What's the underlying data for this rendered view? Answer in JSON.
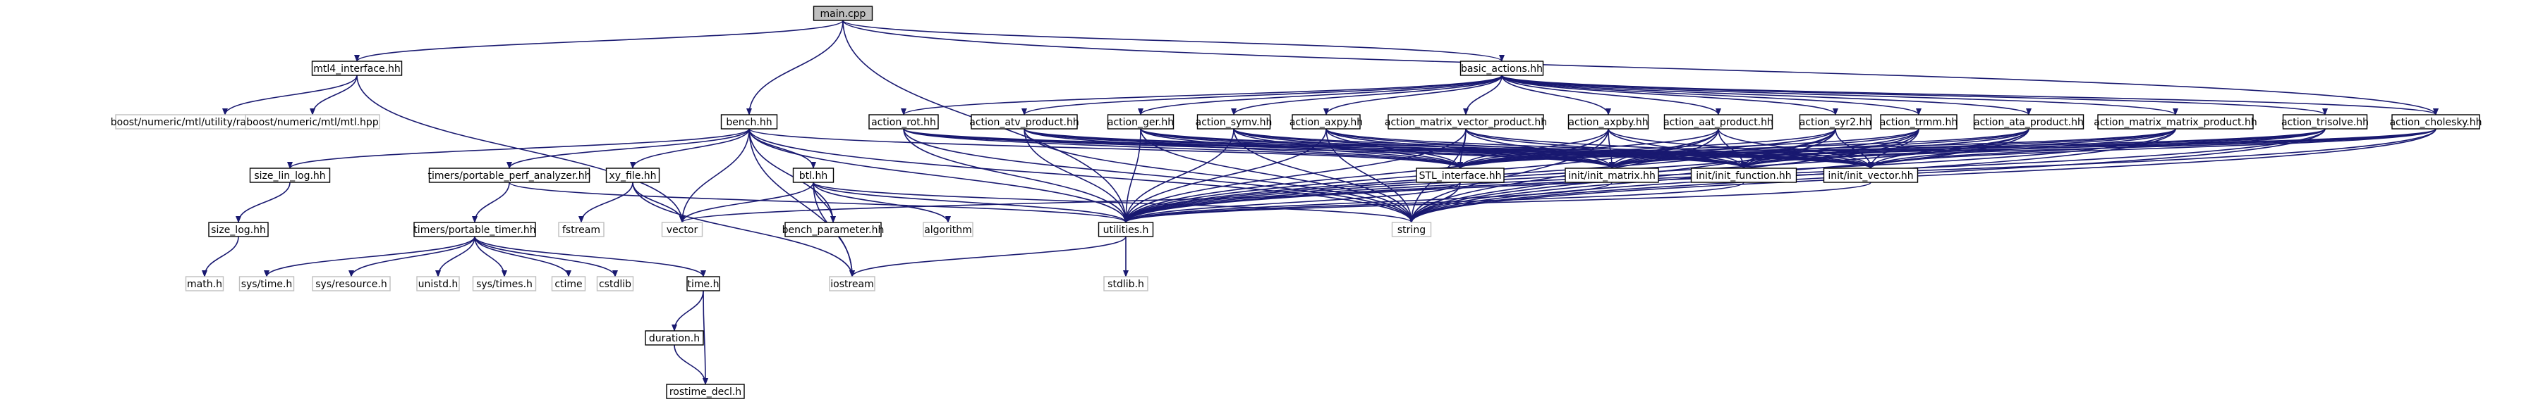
{
  "graph": {
    "root": "main.cpp",
    "nodes": [
      {
        "id": "main",
        "label": "main.cpp",
        "kind": "root"
      },
      {
        "id": "mtl4",
        "label": "mtl4_interface.hh",
        "kind": "node"
      },
      {
        "id": "bact",
        "label": "basic_actions.hh",
        "kind": "node"
      },
      {
        "id": "rangegen",
        "label": "boost/numeric/mtl/utility/range_generator.hpp",
        "kind": "ext"
      },
      {
        "id": "mtlhpp",
        "label": "boost/numeric/mtl/mtl.hpp",
        "kind": "ext"
      },
      {
        "id": "bench",
        "label": "bench.hh",
        "kind": "node"
      },
      {
        "id": "arot",
        "label": "action_rot.hh",
        "kind": "node"
      },
      {
        "id": "aatv",
        "label": "action_atv_product.hh",
        "kind": "node"
      },
      {
        "id": "ager",
        "label": "action_ger.hh",
        "kind": "node"
      },
      {
        "id": "asymv",
        "label": "action_symv.hh",
        "kind": "node"
      },
      {
        "id": "aaxpy",
        "label": "action_axpy.hh",
        "kind": "node"
      },
      {
        "id": "amvp",
        "label": "action_matrix_vector_product.hh",
        "kind": "node"
      },
      {
        "id": "aaxpby",
        "label": "action_axpby.hh",
        "kind": "node"
      },
      {
        "id": "aaat",
        "label": "action_aat_product.hh",
        "kind": "node"
      },
      {
        "id": "asyr2",
        "label": "action_syr2.hh",
        "kind": "node"
      },
      {
        "id": "atrmm",
        "label": "action_trmm.hh",
        "kind": "node"
      },
      {
        "id": "aata",
        "label": "action_ata_product.hh",
        "kind": "node"
      },
      {
        "id": "ammp",
        "label": "action_matrix_matrix_product.hh",
        "kind": "node"
      },
      {
        "id": "atrsv",
        "label": "action_trisolve.hh",
        "kind": "node"
      },
      {
        "id": "achol",
        "label": "action_cholesky.hh",
        "kind": "node"
      },
      {
        "id": "sizelin",
        "label": "size_lin_log.hh",
        "kind": "node"
      },
      {
        "id": "perfan",
        "label": "timers/portable_perf_analyzer.hh",
        "kind": "node"
      },
      {
        "id": "xyfile",
        "label": "xy_file.hh",
        "kind": "node"
      },
      {
        "id": "btl",
        "label": "btl.hh",
        "kind": "node"
      },
      {
        "id": "stlint",
        "label": "STL_interface.hh",
        "kind": "node"
      },
      {
        "id": "initmat",
        "label": "init/init_matrix.hh",
        "kind": "node"
      },
      {
        "id": "initfun",
        "label": "init/init_function.hh",
        "kind": "node"
      },
      {
        "id": "initvec",
        "label": "init/init_vector.hh",
        "kind": "node"
      },
      {
        "id": "sizelog",
        "label": "size_log.hh",
        "kind": "node"
      },
      {
        "id": "ptimer",
        "label": "timers/portable_timer.hh",
        "kind": "node"
      },
      {
        "id": "fstream",
        "label": "fstream",
        "kind": "ext"
      },
      {
        "id": "vector",
        "label": "vector",
        "kind": "ext"
      },
      {
        "id": "benchpar",
        "label": "bench_parameter.hh",
        "kind": "node"
      },
      {
        "id": "algorithm",
        "label": "algorithm",
        "kind": "ext"
      },
      {
        "id": "utilities",
        "label": "utilities.h",
        "kind": "node"
      },
      {
        "id": "string",
        "label": "string",
        "kind": "ext"
      },
      {
        "id": "mathh",
        "label": "math.h",
        "kind": "ext"
      },
      {
        "id": "systime",
        "label": "sys/time.h",
        "kind": "ext"
      },
      {
        "id": "sysres",
        "label": "sys/resource.h",
        "kind": "ext"
      },
      {
        "id": "unistd",
        "label": "unistd.h",
        "kind": "ext"
      },
      {
        "id": "systimes",
        "label": "sys/times.h",
        "kind": "ext"
      },
      {
        "id": "ctime",
        "label": "ctime",
        "kind": "ext"
      },
      {
        "id": "cstdlib",
        "label": "cstdlib",
        "kind": "ext"
      },
      {
        "id": "timeh",
        "label": "time.h",
        "kind": "node"
      },
      {
        "id": "iostream",
        "label": "iostream",
        "kind": "ext"
      },
      {
        "id": "stdlib",
        "label": "stdlib.h",
        "kind": "ext"
      },
      {
        "id": "duration",
        "label": "duration.h",
        "kind": "node"
      },
      {
        "id": "rostime",
        "label": "rostime_decl.h",
        "kind": "node"
      }
    ],
    "edges": [
      [
        "main",
        "mtl4"
      ],
      [
        "main",
        "bact"
      ],
      [
        "main",
        "bench"
      ],
      [
        "main",
        "utilities"
      ],
      [
        "main",
        "achol"
      ],
      [
        "mtl4",
        "rangegen"
      ],
      [
        "mtl4",
        "mtlhpp"
      ],
      [
        "mtl4",
        "vector"
      ],
      [
        "bact",
        "arot"
      ],
      [
        "bact",
        "aatv"
      ],
      [
        "bact",
        "ager"
      ],
      [
        "bact",
        "asymv"
      ],
      [
        "bact",
        "aaxpy"
      ],
      [
        "bact",
        "amvp"
      ],
      [
        "bact",
        "aaxpby"
      ],
      [
        "bact",
        "aaat"
      ],
      [
        "bact",
        "asyr2"
      ],
      [
        "bact",
        "atrmm"
      ],
      [
        "bact",
        "aata"
      ],
      [
        "bact",
        "ammp"
      ],
      [
        "bact",
        "atrsv"
      ],
      [
        "bact",
        "achol"
      ],
      [
        "bench",
        "sizelin"
      ],
      [
        "bench",
        "perfan"
      ],
      [
        "bench",
        "xyfile"
      ],
      [
        "bench",
        "btl"
      ],
      [
        "bench",
        "benchpar"
      ],
      [
        "bench",
        "utilities"
      ],
      [
        "bench",
        "string"
      ],
      [
        "bench",
        "vector"
      ],
      [
        "bench",
        "iostream"
      ],
      [
        "bench",
        "stlint"
      ],
      [
        "sizelin",
        "sizelog"
      ],
      [
        "sizelog",
        "mathh"
      ],
      [
        "perfan",
        "ptimer"
      ],
      [
        "perfan",
        "utilities"
      ],
      [
        "xyfile",
        "fstream"
      ],
      [
        "xyfile",
        "vector"
      ],
      [
        "xyfile",
        "iostream"
      ],
      [
        "btl",
        "benchpar"
      ],
      [
        "btl",
        "vector"
      ],
      [
        "btl",
        "algorithm"
      ],
      [
        "btl",
        "iostream"
      ],
      [
        "btl",
        "utilities"
      ],
      [
        "btl",
        "string"
      ],
      [
        "ptimer",
        "systime"
      ],
      [
        "ptimer",
        "sysres"
      ],
      [
        "ptimer",
        "unistd"
      ],
      [
        "ptimer",
        "systimes"
      ],
      [
        "ptimer",
        "ctime"
      ],
      [
        "ptimer",
        "cstdlib"
      ],
      [
        "ptimer",
        "timeh"
      ],
      [
        "timeh",
        "duration"
      ],
      [
        "timeh",
        "rostime"
      ],
      [
        "duration",
        "rostime"
      ],
      [
        "stlint",
        "utilities"
      ],
      [
        "stlint",
        "vector"
      ],
      [
        "stlint",
        "string"
      ],
      [
        "initmat",
        "utilities"
      ],
      [
        "initfun",
        "utilities"
      ],
      [
        "initvec",
        "utilities"
      ],
      [
        "utilities",
        "stdlib"
      ],
      [
        "utilities",
        "iostream"
      ],
      [
        "arot",
        "utilities"
      ],
      [
        "arot",
        "stlint"
      ],
      [
        "arot",
        "initmat"
      ],
      [
        "arot",
        "initfun"
      ],
      [
        "arot",
        "initvec"
      ],
      [
        "arot",
        "string"
      ],
      [
        "aatv",
        "utilities"
      ],
      [
        "aatv",
        "stlint"
      ],
      [
        "aatv",
        "initmat"
      ],
      [
        "aatv",
        "initfun"
      ],
      [
        "aatv",
        "initvec"
      ],
      [
        "aatv",
        "string"
      ],
      [
        "ager",
        "utilities"
      ],
      [
        "ager",
        "stlint"
      ],
      [
        "ager",
        "initmat"
      ],
      [
        "ager",
        "initfun"
      ],
      [
        "ager",
        "initvec"
      ],
      [
        "ager",
        "string"
      ],
      [
        "asymv",
        "utilities"
      ],
      [
        "asymv",
        "stlint"
      ],
      [
        "asymv",
        "initmat"
      ],
      [
        "asymv",
        "initfun"
      ],
      [
        "asymv",
        "initvec"
      ],
      [
        "asymv",
        "string"
      ],
      [
        "aaxpy",
        "utilities"
      ],
      [
        "aaxpy",
        "stlint"
      ],
      [
        "aaxpy",
        "initmat"
      ],
      [
        "aaxpy",
        "initfun"
      ],
      [
        "aaxpy",
        "initvec"
      ],
      [
        "aaxpy",
        "string"
      ],
      [
        "amvp",
        "utilities"
      ],
      [
        "amvp",
        "stlint"
      ],
      [
        "amvp",
        "initmat"
      ],
      [
        "amvp",
        "initfun"
      ],
      [
        "amvp",
        "initvec"
      ],
      [
        "amvp",
        "string"
      ],
      [
        "aaxpby",
        "utilities"
      ],
      [
        "aaxpby",
        "stlint"
      ],
      [
        "aaxpby",
        "initmat"
      ],
      [
        "aaxpby",
        "initfun"
      ],
      [
        "aaxpby",
        "initvec"
      ],
      [
        "aaxpby",
        "string"
      ],
      [
        "aaat",
        "utilities"
      ],
      [
        "aaat",
        "stlint"
      ],
      [
        "aaat",
        "initmat"
      ],
      [
        "aaat",
        "initfun"
      ],
      [
        "aaat",
        "initvec"
      ],
      [
        "aaat",
        "string"
      ],
      [
        "asyr2",
        "utilities"
      ],
      [
        "asyr2",
        "stlint"
      ],
      [
        "asyr2",
        "initmat"
      ],
      [
        "asyr2",
        "initfun"
      ],
      [
        "asyr2",
        "initvec"
      ],
      [
        "asyr2",
        "string"
      ],
      [
        "atrmm",
        "utilities"
      ],
      [
        "atrmm",
        "stlint"
      ],
      [
        "atrmm",
        "initmat"
      ],
      [
        "atrmm",
        "initfun"
      ],
      [
        "atrmm",
        "initvec"
      ],
      [
        "atrmm",
        "string"
      ],
      [
        "aata",
        "utilities"
      ],
      [
        "aata",
        "stlint"
      ],
      [
        "aata",
        "initmat"
      ],
      [
        "aata",
        "initfun"
      ],
      [
        "aata",
        "initvec"
      ],
      [
        "aata",
        "string"
      ],
      [
        "ammp",
        "utilities"
      ],
      [
        "ammp",
        "stlint"
      ],
      [
        "ammp",
        "initmat"
      ],
      [
        "ammp",
        "initfun"
      ],
      [
        "ammp",
        "initvec"
      ],
      [
        "ammp",
        "string"
      ],
      [
        "atrsv",
        "utilities"
      ],
      [
        "atrsv",
        "stlint"
      ],
      [
        "atrsv",
        "initmat"
      ],
      [
        "atrsv",
        "initfun"
      ],
      [
        "atrsv",
        "initvec"
      ],
      [
        "atrsv",
        "string"
      ],
      [
        "achol",
        "utilities"
      ],
      [
        "achol",
        "stlint"
      ],
      [
        "achol",
        "initmat"
      ],
      [
        "achol",
        "initfun"
      ],
      [
        "achol",
        "initvec"
      ],
      [
        "achol",
        "string"
      ]
    ]
  },
  "colors": {
    "edge": "#191970",
    "root_fill": "#bfbfbf",
    "node_border": "#000000",
    "ext_border": "#bfbfbf"
  }
}
